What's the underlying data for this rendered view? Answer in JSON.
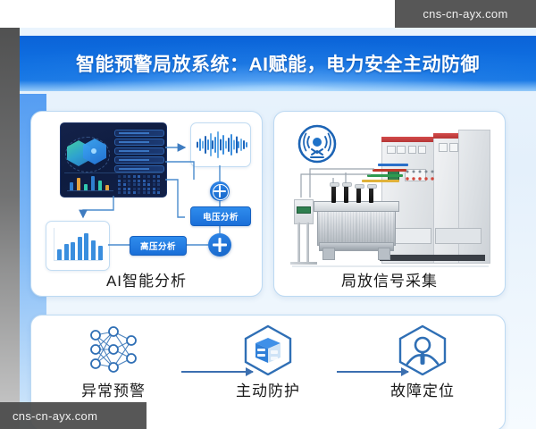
{
  "banner": {
    "title": "智能预警局放系统：AI赋能，电力安全主动防御",
    "bg_color": "#0f6ee0"
  },
  "watermarks": {
    "top_right": "cns-cn-ayx.com",
    "bottom_left": "cns-cn-ayx.com"
  },
  "cards": {
    "left": {
      "caption": "AI智能分析",
      "tags": [
        {
          "label": "电压分析"
        },
        {
          "label": "高压分析"
        }
      ],
      "dashboard": {
        "bar_values": [
          9,
          14,
          7,
          16,
          11,
          6
        ],
        "bar_colors": [
          "#2e7fd0",
          "#e3a23c",
          "#31c9b0",
          "#2e7fd0",
          "#31c9b0",
          "#e3a23c"
        ],
        "row_count": 5,
        "hexagons": [
          "green-cube-hex",
          "blue-node-hex"
        ],
        "dot_grid": {
          "cols": 9,
          "rows": 5
        }
      },
      "waveform": {
        "values": [
          7,
          14,
          9,
          20,
          12,
          26,
          10,
          18,
          30,
          13,
          22,
          9,
          16,
          24,
          11,
          19,
          8,
          14,
          10,
          6
        ]
      },
      "barchart": {
        "values": [
          12,
          18,
          20,
          26,
          30,
          22,
          16
        ],
        "color": "#3a8ede"
      },
      "nodes": [
        "combine-node-circle-plus",
        "combine-node-plus"
      ]
    },
    "right": {
      "caption": "局放信号采集",
      "icon": "partial-discharge-sensor-icon",
      "equipment": [
        "oil-immersed-transformer",
        "switchgear-cabinet",
        "monitoring-terminal"
      ],
      "busbar_colors": [
        "#e0b23a",
        "#2f9a4f",
        "#c0392b",
        "#2a6fc9"
      ]
    },
    "bottom": {
      "items": [
        {
          "label": "异常预警",
          "icon": "neural-network-icon"
        },
        {
          "label": "主动防护",
          "icon": "shield-server-cube-icon"
        },
        {
          "label": "故障定位",
          "icon": "person-hexagon-icon"
        }
      ],
      "arrow_color": "#3b6fb0"
    }
  },
  "theme": {
    "accent": "#1a6fd8",
    "card_border": "#bcd9f2",
    "page_bg": "#eaf4fd"
  }
}
